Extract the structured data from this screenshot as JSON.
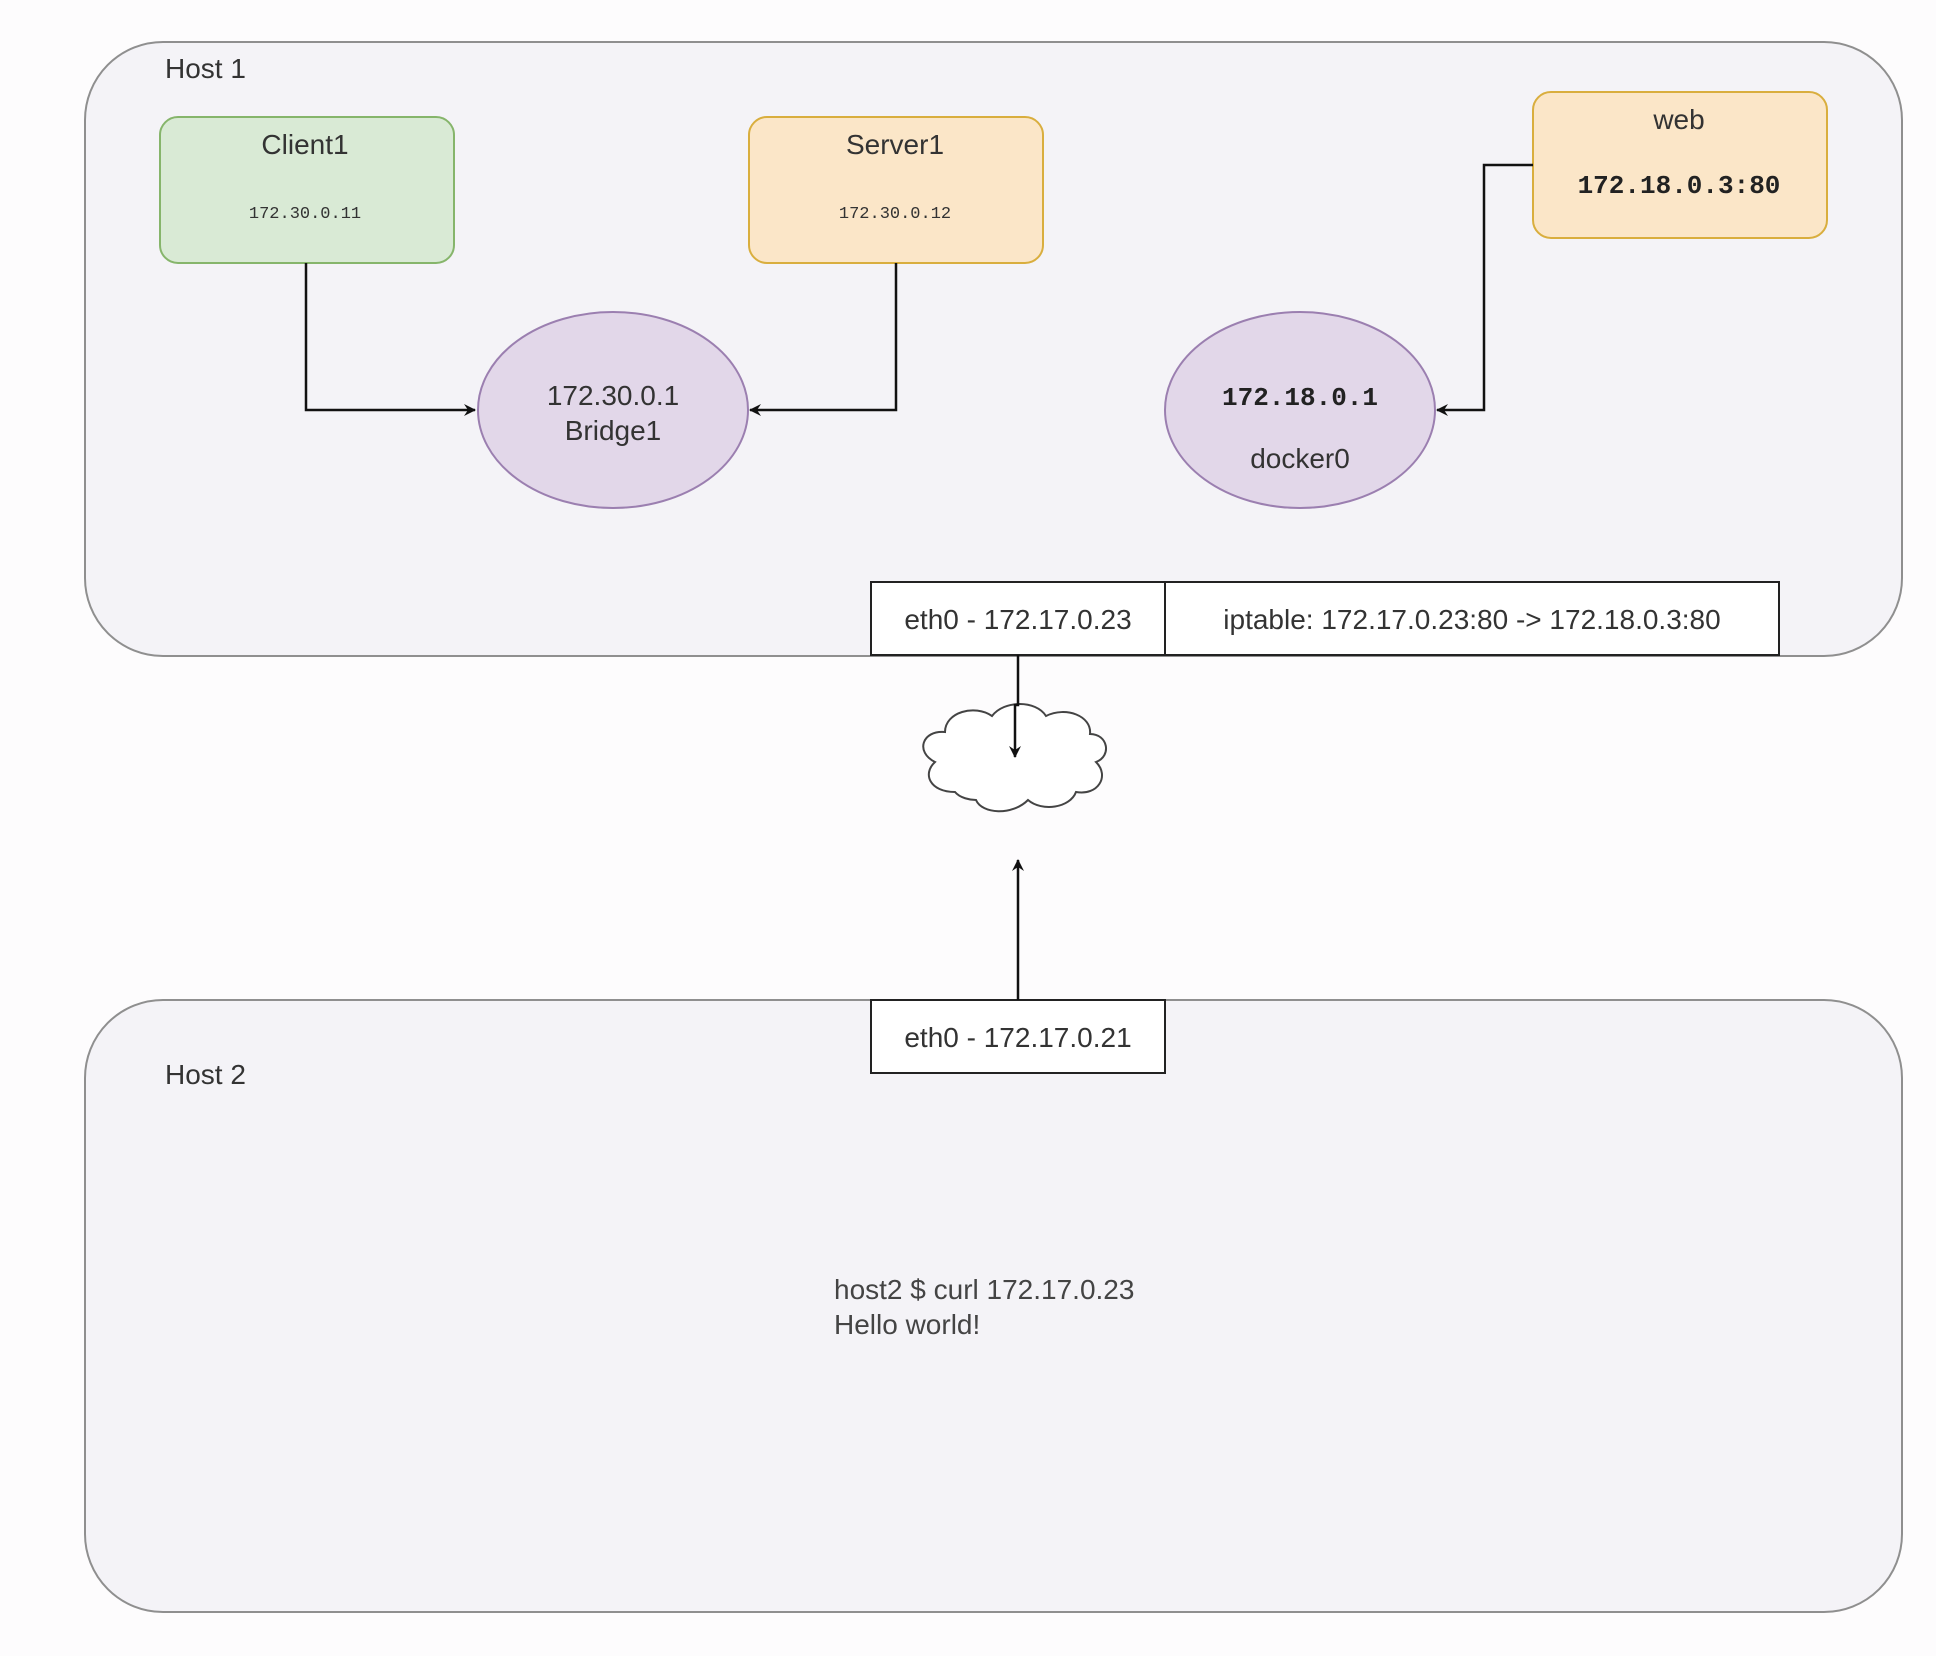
{
  "hosts": {
    "host1": {
      "label": "Host 1"
    },
    "host2": {
      "label": "Host 2"
    }
  },
  "containers": {
    "client1": {
      "name": "Client1",
      "ip": "172.30.0.11"
    },
    "server1": {
      "name": "Server1",
      "ip": "172.30.0.12"
    },
    "web": {
      "name": "web",
      "ip": "172.18.0.3:80"
    }
  },
  "bridges": {
    "bridge1": {
      "ip": "172.30.0.1",
      "name": "Bridge1"
    },
    "docker0": {
      "ip": "172.18.0.1",
      "name": "docker0"
    }
  },
  "interfaces": {
    "host1_eth0": "eth0 - 172.17.0.23",
    "iptable": "iptable: 172.17.0.23:80 -> 172.18.0.3:80",
    "host2_eth0": "eth0 - 172.17.0.21"
  },
  "terminal": {
    "command": "host2 $ curl 172.17.0.23",
    "output": "Hello world!"
  },
  "colors": {
    "host_fill": "#f4f3f7",
    "host_stroke": "#8f8f8f",
    "client_fill": "#d9ead5",
    "client_stroke": "#86b56b",
    "server_fill": "#fbe6c8",
    "server_stroke": "#d9ae3e",
    "bridge_fill": "#e2d7e9",
    "bridge_stroke": "#9b7fb0"
  }
}
